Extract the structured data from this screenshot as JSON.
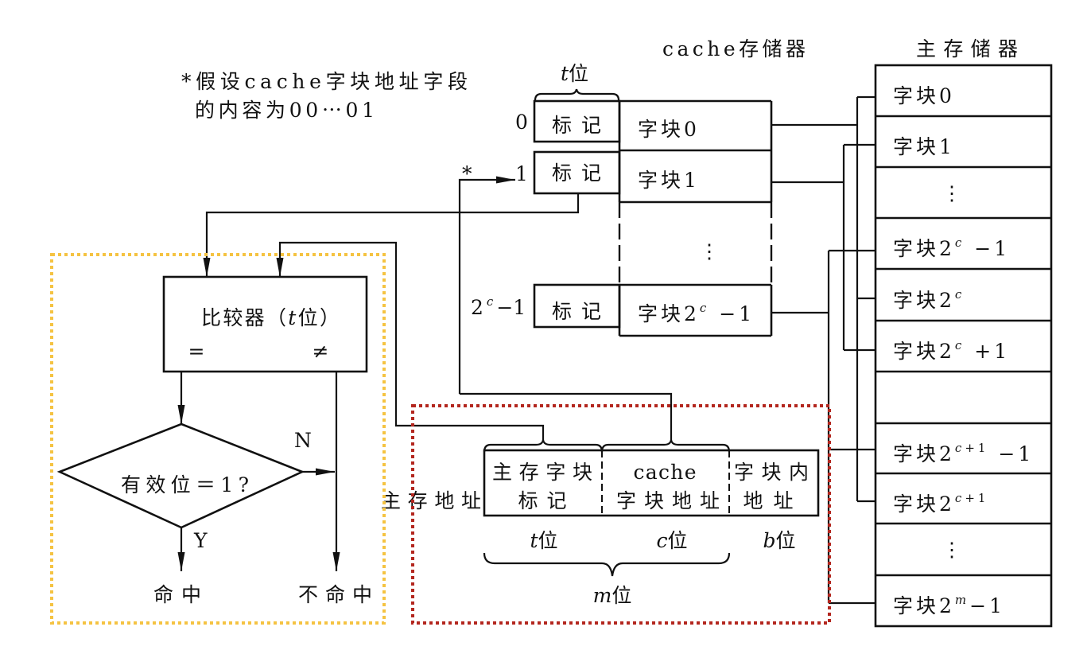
{
  "note": {
    "line1": "*假设cache字块地址字段",
    "line2": "的内容为00⋯01"
  },
  "cache": {
    "title": "cache存储器",
    "tag_width": {
      "var": "t",
      "unit": "位"
    },
    "pointer_marker": "*",
    "rows": [
      {
        "index": "0",
        "tag": "标记",
        "block": "字块0"
      },
      {
        "index": "1",
        "tag": "标记",
        "block": "字块1"
      },
      {
        "ellipsis": "⋮"
      },
      {
        "index": {
          "base": "2",
          "sup_var": "c",
          "suffix": "−1"
        },
        "tag": "标记",
        "block": {
          "base": "字块2",
          "sup_var": "c",
          "suffix": " −1"
        }
      }
    ]
  },
  "main_memory": {
    "title": "主存储器",
    "rows": [
      {
        "base": "字块0"
      },
      {
        "base": "字块1"
      },
      {
        "ellipsis": "⋮"
      },
      {
        "base": "字块2",
        "sup_var": "c",
        "suffix": " −1"
      },
      {
        "base": "字块2",
        "sup_var": "c"
      },
      {
        "base": "字块2",
        "sup_var": "c",
        "suffix": " +1"
      },
      {
        "base": ""
      },
      {
        "base": "字块2",
        "sup_var": "c",
        "sup_rest": "+1",
        "suffix": " −1"
      },
      {
        "base": "字块2",
        "sup_var": "c",
        "sup_rest": "+1"
      },
      {
        "ellipsis": "⋮"
      },
      {
        "base": "字块2",
        "sup_var": "m",
        "suffix": "−1"
      }
    ]
  },
  "comparator": {
    "label_prefix": "比较器（",
    "var": "t",
    "label_suffix": "位）",
    "equal": "=",
    "not_equal": "≠"
  },
  "valid_check": {
    "label": "有效位＝1?",
    "yes": "Y",
    "no": "N"
  },
  "outcomes": {
    "hit": "命中",
    "miss": "不命中"
  },
  "address": {
    "label": "主存地址",
    "fields": [
      {
        "line1": "主存字块",
        "line2": "标记",
        "width": {
          "var": "t",
          "unit": "位"
        }
      },
      {
        "line1": "cache",
        "line2": "字块地址",
        "width": {
          "var": "c",
          "unit": "位"
        }
      },
      {
        "line1": "字块内",
        "line2": "地址",
        "width": {
          "var": "b",
          "unit": "位"
        }
      }
    ],
    "total_width": {
      "var": "m",
      "unit": "位"
    }
  },
  "highlight": {
    "hit_logic_box_color": "#F5C342",
    "address_box_color": "#B3261E"
  }
}
